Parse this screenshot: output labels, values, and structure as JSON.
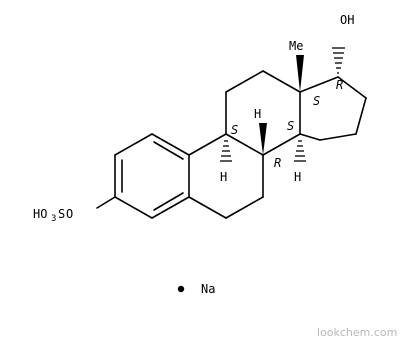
{
  "molecule": {
    "atoms": {
      "oh": "OH",
      "me": "Me",
      "o_sulfate": "O",
      "s_sulfate": "S",
      "h_left": "HO",
      "o3": "3",
      "h9": "H",
      "h8": "H",
      "h14": "H",
      "na": "Na"
    },
    "stereo": {
      "c17": "R",
      "c13": "S",
      "c9": "S",
      "c14": "S",
      "c8": "R"
    }
  },
  "watermark": "lookchem.com"
}
